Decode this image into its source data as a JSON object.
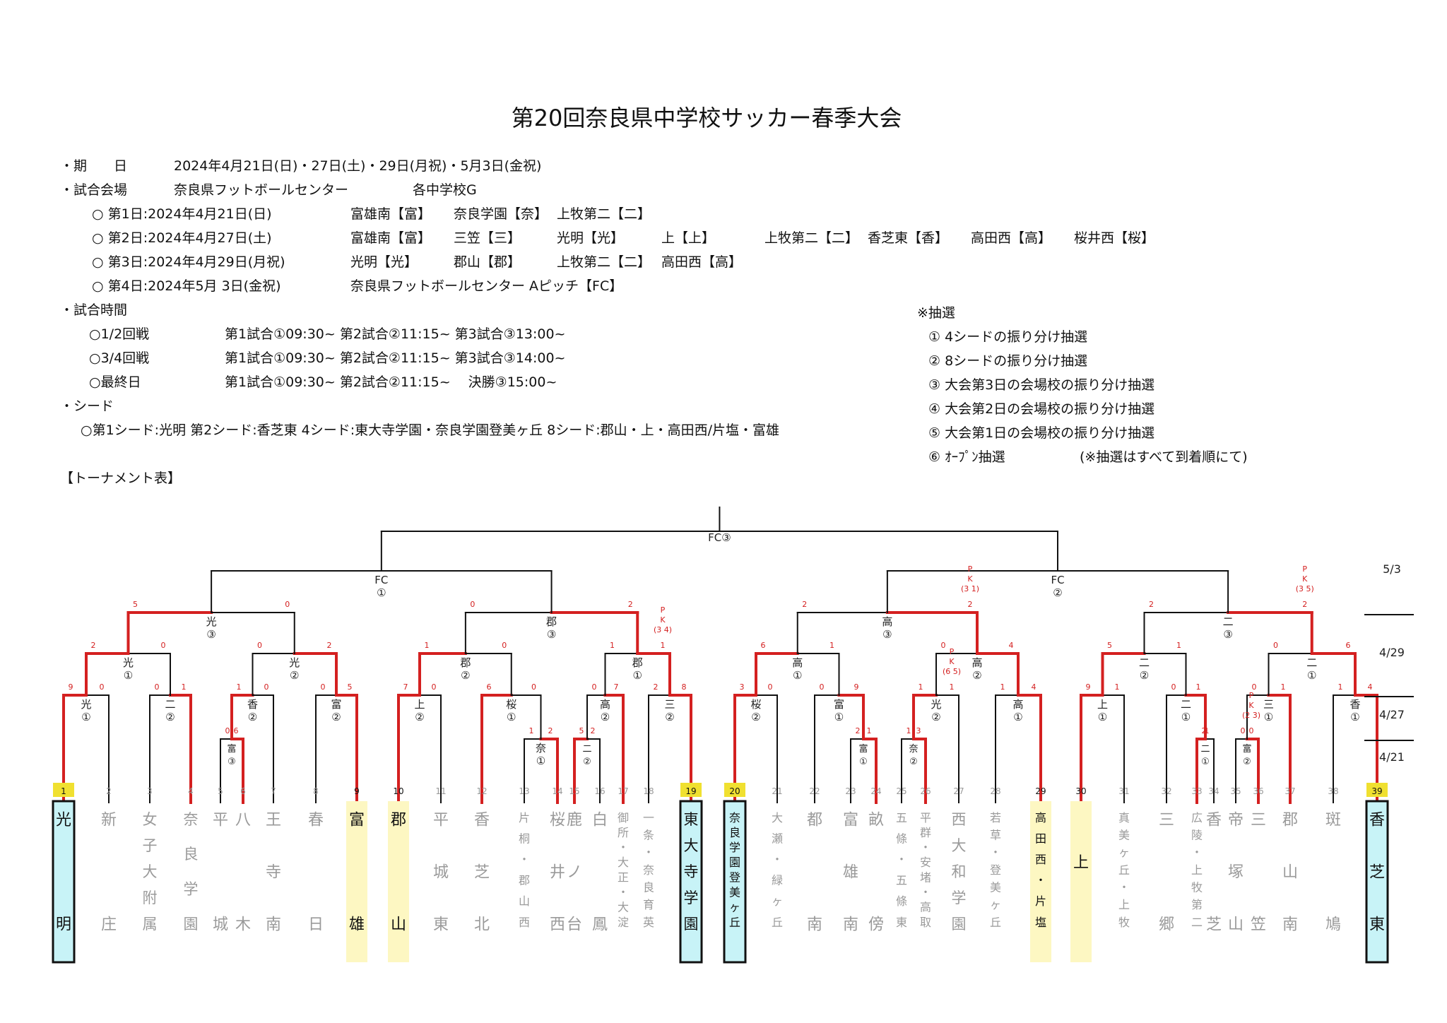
{
  "title": "第20回奈良県中学校サッカー春季大会",
  "info": {
    "period_label": "・期　　日",
    "period_value": "2024年4月21日(日)・27日(土)・29日(月祝)・5月3日(金祝)",
    "venue_label": "・試合会場",
    "venue_value1": "奈良県フットボールセンター",
    "venue_value2": "各中学校G",
    "days": [
      {
        "label": "○ 第1日:2024年4月21日(日)",
        "venues": [
          "富雄南【富】",
          "奈良学園【奈】",
          "上牧第二【二】"
        ]
      },
      {
        "label": "○ 第2日:2024年4月27日(土)",
        "venues": [
          "富雄南【富】",
          "三笠【三】",
          "光明【光】",
          "上【上】",
          "上牧第二【二】",
          "香芝東【香】",
          "高田西【高】",
          "桜井西【桜】"
        ]
      },
      {
        "label": "○ 第3日:2024年4月29日(月祝)",
        "venues": [
          "光明【光】",
          "郡山【郡】",
          "上牧第二【二】",
          "高田西【高】"
        ]
      },
      {
        "label": "○ 第4日:2024年5月 3日(金祝)",
        "venues": [
          "奈良県フットボールセンター Aピッチ【FC】"
        ]
      }
    ],
    "time_label": "・試合時間",
    "times": [
      {
        "round": "○1/2回戦",
        "slots": "第1試合①09:30~ 第2試合②11:15~ 第3試合③13:00~"
      },
      {
        "round": "○3/4回戦",
        "slots": "第1試合①09:30~ 第2試合②11:15~ 第3試合③14:00~"
      },
      {
        "round": "○最終日",
        "slots": "第1試合①09:30~ 第2試合②11:15~ 　決勝③15:00~"
      }
    ],
    "seed_label": "・シード",
    "seed_value": "○第1シード:光明 第2シード:香芝東 4シード:東大寺学園・奈良学園登美ヶ丘 8シード:郡山・上・高田西/片塩・富雄",
    "bracket_label": "【トーナメント表】"
  },
  "lottery": {
    "title": "※抽選",
    "items": [
      "① 4シードの振り分け抽選",
      "② 8シードの振り分け抽選",
      "③ 大会第3日の会場校の振り分け抽選",
      "④ 大会第2日の会場校の振り分け抽選",
      "⑤ 大会第1日の会場校の振り分け抽選",
      "⑥ ｵｰﾌﾟﾝ抽選"
    ],
    "note": "(※抽選はすべて到着順にて)"
  },
  "dates": [
    "5/3",
    "4/29",
    "4/27",
    "4/21"
  ],
  "teams": [
    {
      "no": "1",
      "name": "光明",
      "hl": "cyan"
    },
    {
      "no": "2",
      "name": "新庄",
      "hl": ""
    },
    {
      "no": "3",
      "name": "女子大附属",
      "hl": ""
    },
    {
      "no": "4",
      "name": "奈良学園",
      "hl": ""
    },
    {
      "no": "5",
      "name": "平城",
      "hl": ""
    },
    {
      "no": "6",
      "name": "八木",
      "hl": ""
    },
    {
      "no": "7",
      "name": "王寺南",
      "hl": ""
    },
    {
      "no": "8",
      "name": "春日",
      "hl": ""
    },
    {
      "no": "9",
      "name": "富雄",
      "hl": "yellow"
    },
    {
      "no": "10",
      "name": "郡山",
      "hl": "yellow"
    },
    {
      "no": "11",
      "name": "平城東",
      "hl": ""
    },
    {
      "no": "12",
      "name": "香芝北",
      "hl": ""
    },
    {
      "no": "13",
      "name": "片桐・郡山西",
      "hl": ""
    },
    {
      "no": "14",
      "name": "桜井西",
      "hl": ""
    },
    {
      "no": "15",
      "name": "鹿ノ台",
      "hl": ""
    },
    {
      "no": "16",
      "name": "白鳳",
      "hl": ""
    },
    {
      "no": "17",
      "name": "御所・大正・大淀",
      "hl": ""
    },
    {
      "no": "18",
      "name": "一条・奈良育英",
      "hl": ""
    },
    {
      "no": "19",
      "name": "東大寺学園",
      "hl": "cyan"
    },
    {
      "no": "20",
      "name": "奈良学園登美ヶ丘",
      "hl": "cyan"
    },
    {
      "no": "21",
      "name": "大瀬・緑ヶ丘",
      "hl": ""
    },
    {
      "no": "22",
      "name": "都南",
      "hl": ""
    },
    {
      "no": "23",
      "name": "富雄南",
      "hl": ""
    },
    {
      "no": "24",
      "name": "畝傍",
      "hl": ""
    },
    {
      "no": "25",
      "name": "五條・五條東",
      "hl": ""
    },
    {
      "no": "26",
      "name": "平群・安堵・高取",
      "hl": ""
    },
    {
      "no": "27",
      "name": "西大和学園",
      "hl": ""
    },
    {
      "no": "28",
      "name": "若草・登美ヶ丘",
      "hl": ""
    },
    {
      "no": "29",
      "name": "高田西・片塩",
      "hl": "yellow"
    },
    {
      "no": "30",
      "name": "上",
      "hl": "yellow"
    },
    {
      "no": "31",
      "name": "真美ヶ丘・上牧",
      "hl": ""
    },
    {
      "no": "32",
      "name": "三郷",
      "hl": ""
    },
    {
      "no": "33",
      "name": "広陵・上牧第二",
      "hl": ""
    },
    {
      "no": "34",
      "name": "香芝",
      "hl": ""
    },
    {
      "no": "35",
      "name": "帝塚山",
      "hl": ""
    },
    {
      "no": "36",
      "name": "三笠",
      "hl": ""
    },
    {
      "no": "37",
      "name": "郡山南",
      "hl": ""
    },
    {
      "no": "38",
      "name": "斑鳩",
      "hl": ""
    },
    {
      "no": "39",
      "name": "香芝東",
      "hl": "cyan"
    }
  ],
  "venue_labels": [
    {
      "id": "v-m1",
      "text": "光①"
    },
    {
      "id": "v-m2",
      "text": "二②"
    },
    {
      "id": "v-m3a",
      "text": "富③"
    },
    {
      "id": "v-m3",
      "text": "香②"
    },
    {
      "id": "v-m4",
      "text": "富②"
    },
    {
      "id": "v-m5",
      "text": "上②"
    },
    {
      "id": "v-m6a",
      "text": "奈①"
    },
    {
      "id": "v-m6",
      "text": "桜①"
    },
    {
      "id": "v-m7a",
      "text": "二②"
    },
    {
      "id": "v-m7",
      "text": "高②"
    },
    {
      "id": "v-m8",
      "text": "三②"
    },
    {
      "id": "v-m9",
      "text": "桜②"
    },
    {
      "id": "v-m10a",
      "text": "富①"
    },
    {
      "id": "v-m10",
      "text": "富①"
    },
    {
      "id": "v-m11a",
      "text": "奈②"
    },
    {
      "id": "v-m11",
      "text": "光②"
    },
    {
      "id": "v-m12",
      "text": "高①"
    },
    {
      "id": "v-m13",
      "text": "上①"
    },
    {
      "id": "v-m14a",
      "text": "二①"
    },
    {
      "id": "v-m14",
      "text": "二①"
    },
    {
      "id": "v-m15a",
      "text": "富②"
    },
    {
      "id": "v-m15",
      "text": "三①"
    },
    {
      "id": "v-m16",
      "text": "香①"
    },
    {
      "id": "v-q1",
      "text": "光①"
    },
    {
      "id": "v-q2",
      "text": "光②"
    },
    {
      "id": "v-q3",
      "text": "郡②"
    },
    {
      "id": "v-q4",
      "text": "郡①"
    },
    {
      "id": "v-q5",
      "text": "高①"
    },
    {
      "id": "v-q6",
      "text": "高②"
    },
    {
      "id": "v-q7",
      "text": "二②"
    },
    {
      "id": "v-q8",
      "text": "二①"
    },
    {
      "id": "v-s1",
      "text": "光③"
    },
    {
      "id": "v-s2",
      "text": "郡③"
    },
    {
      "id": "v-s3",
      "text": "高③"
    },
    {
      "id": "v-s4",
      "text": "二③"
    },
    {
      "id": "v-f1",
      "text": "FC①"
    },
    {
      "id": "v-f2",
      "text": "FC②"
    },
    {
      "id": "v-final",
      "text": "FC③"
    }
  ],
  "scores": [
    {
      "id": "sc-m1",
      "text": "9 0"
    },
    {
      "id": "sc-m2",
      "text": "0 1"
    },
    {
      "id": "sc-m3a",
      "text": "0 6"
    },
    {
      "id": "sc-m3",
      "text": "1 0"
    },
    {
      "id": "sc-m4",
      "text": "0 5"
    },
    {
      "id": "sc-m5",
      "text": "7 0"
    },
    {
      "id": "sc-m6a",
      "text": "1 2"
    },
    {
      "id": "sc-m6",
      "text": "6 0"
    },
    {
      "id": "sc-m7a",
      "text": "5 2"
    },
    {
      "id": "sc-m7",
      "text": "0 7"
    },
    {
      "id": "sc-m8",
      "text": "2 8"
    },
    {
      "id": "sc-m9",
      "text": "3 0"
    },
    {
      "id": "sc-m10a",
      "text": "2 1"
    },
    {
      "id": "sc-m10",
      "text": "0 9"
    },
    {
      "id": "sc-m11a",
      "text": "1 3"
    },
    {
      "id": "sc-m11",
      "text": "1 1"
    },
    {
      "id": "sc-m12",
      "text": "1 4"
    },
    {
      "id": "sc-m13",
      "text": "9 1"
    },
    {
      "id": "sc-m14a",
      "text": "2 1"
    },
    {
      "id": "sc-m14",
      "text": "0 1"
    },
    {
      "id": "sc-m15a",
      "text": "0 0"
    },
    {
      "id": "sc-m15",
      "text": "0 1"
    },
    {
      "id": "sc-m16",
      "text": "1 4"
    },
    {
      "id": "sc-q1",
      "text": "2 0"
    },
    {
      "id": "sc-q2",
      "text": "0 2"
    },
    {
      "id": "sc-q3",
      "text": "1 0"
    },
    {
      "id": "sc-q4",
      "text": "1 1"
    },
    {
      "id": "sc-q5",
      "text": "6 1"
    },
    {
      "id": "sc-q6",
      "text": "0 4"
    },
    {
      "id": "sc-q7",
      "text": "5 1"
    },
    {
      "id": "sc-q8",
      "text": "0 6"
    },
    {
      "id": "sc-s1",
      "text": "5 0"
    },
    {
      "id": "sc-s2",
      "text": "0 2"
    },
    {
      "id": "sc-s3",
      "text": "2 2"
    },
    {
      "id": "sc-s4",
      "text": "2 2"
    }
  ],
  "pk_marks": [
    {
      "id": "pk-m11",
      "text": "P K (6 5)"
    },
    {
      "id": "pk-m15a",
      "text": "P K (2 3)"
    },
    {
      "id": "pk-q4",
      "text": "P K (3 4)"
    },
    {
      "id": "pk-s3",
      "text": "P K (3 1)"
    },
    {
      "id": "pk-s4",
      "text": "P K (3 5)"
    }
  ],
  "colors": {
    "win": "#d42020",
    "line": "#111111",
    "seed_cyan": "#c8f3f7",
    "seed_yellow": "#fdf7c2",
    "seed_no": "#f0e030",
    "team_text": "#9a9a9a"
  }
}
